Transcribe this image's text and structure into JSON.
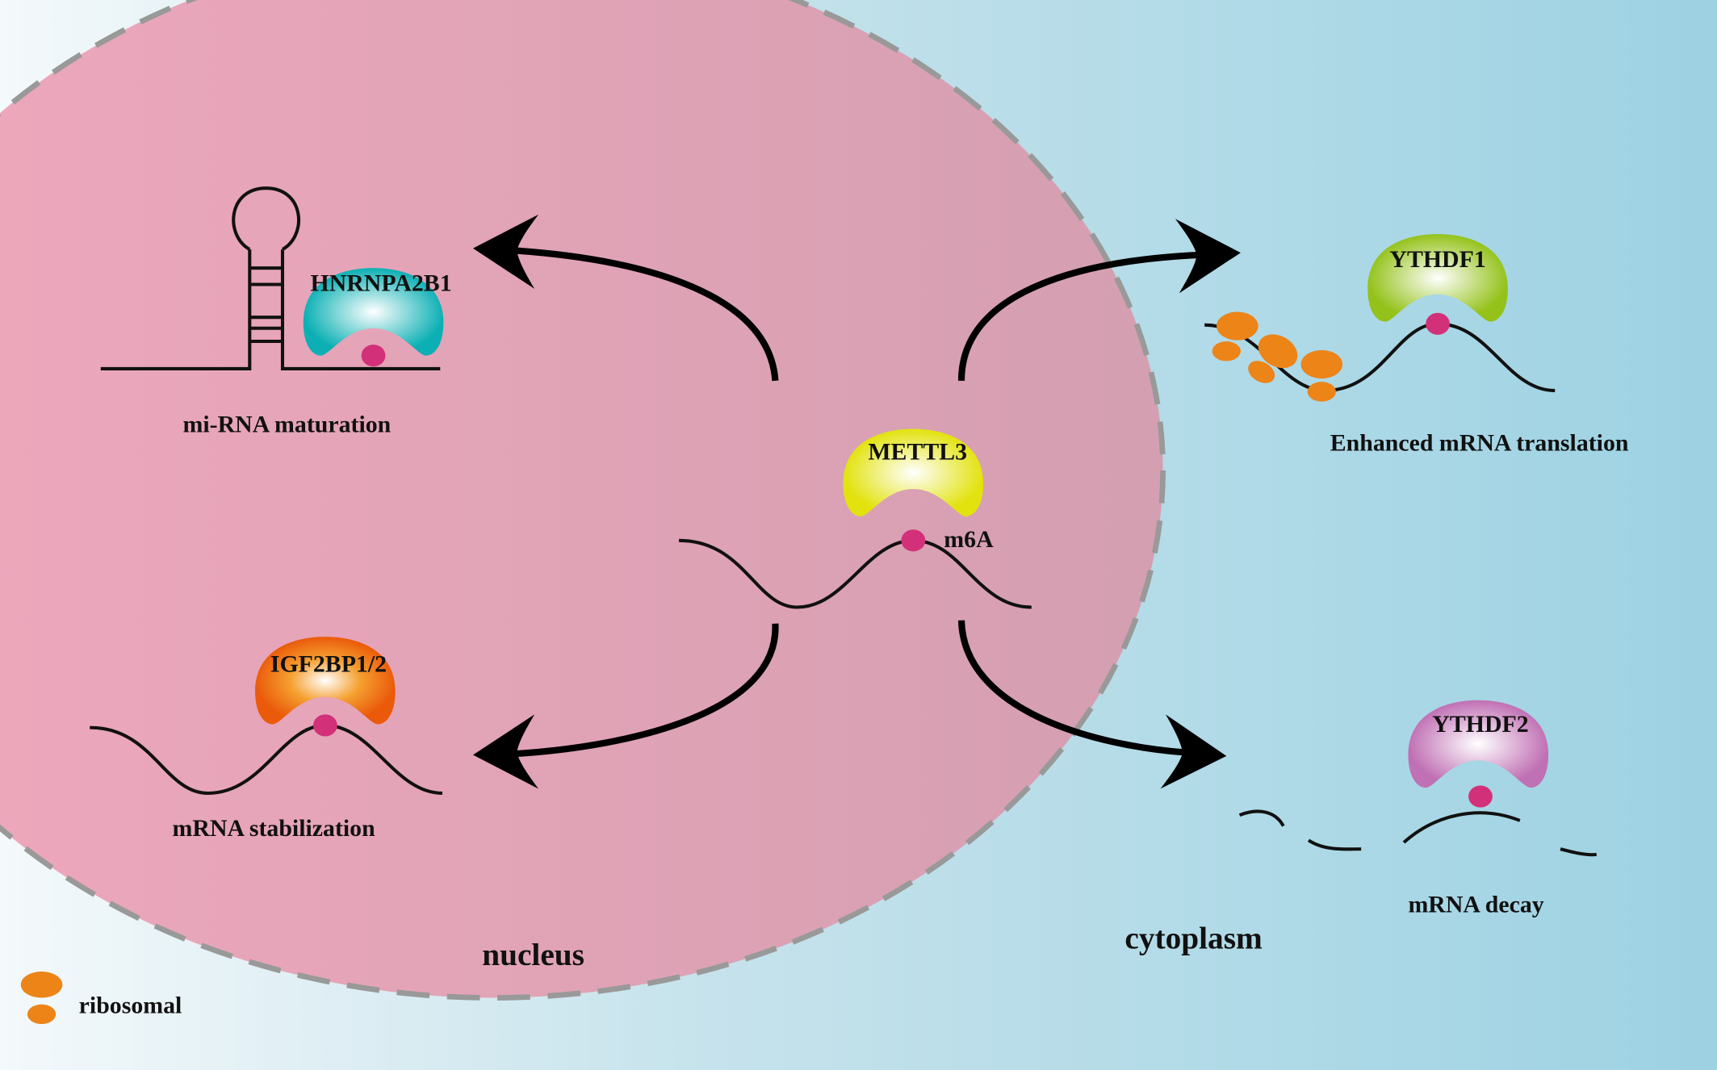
{
  "regions": {
    "nucleus": "nucleus",
    "cytoplasm": "cytoplasm"
  },
  "writer": {
    "protein": "METTL3",
    "modification": "m6A"
  },
  "readers": [
    {
      "protein": "HNRNPA2B1",
      "outcome": "mi-RNA maturation",
      "color": "#10b3b8"
    },
    {
      "protein": "IGF2BP1/2",
      "outcome": "mRNA stabilization",
      "color": "#ee6a10"
    },
    {
      "protein": "YTHDF1",
      "outcome": "Enhanced mRNA translation",
      "color": "#9cc520"
    },
    {
      "protein": "YTHDF2",
      "outcome": "mRNA decay",
      "color": "#c378b8"
    }
  ],
  "legend": {
    "label": "ribosomal",
    "color": "#ec8418"
  },
  "colors": {
    "m6a_dot": "#d3307a",
    "mettl3": "#e4e41a",
    "nucleus": "#e8a4b8",
    "background_right": "#9fd3e3"
  }
}
